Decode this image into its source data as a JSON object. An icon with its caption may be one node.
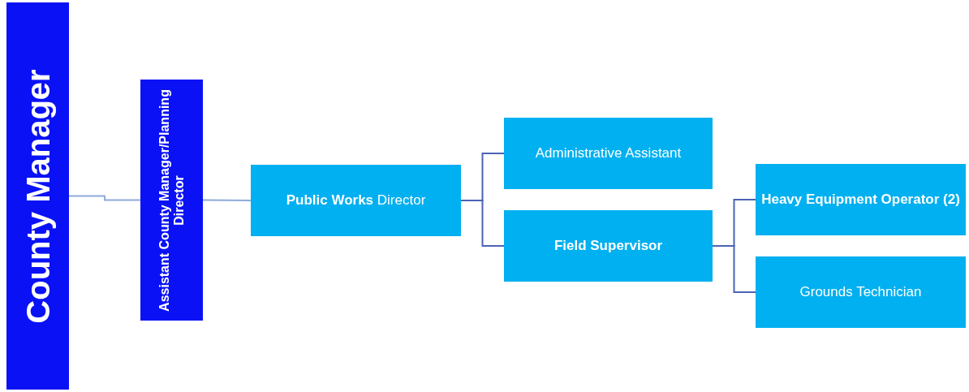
{
  "diagram": {
    "nodes": [
      {
        "text": [
          "County Manager"
        ]
      },
      {
        "text": [
          "Assistant County Manager/Planning Director"
        ]
      },
      {
        "text": [
          "**Public Works** Director"
        ]
      },
      {
        "text": [
          "Administrative Assistant"
        ]
      },
      {
        "text": [
          "Field Supervisor"
        ]
      },
      {
        "text": [
          "Heavy Equipment Operator (2)"
        ]
      },
      {
        "text": [
          "Grounds Technician"
        ]
      }
    ],
    "edges": [
      {
        "from": 0,
        "to": 1,
        "arrow": "none",
        "color": "#8eaadb"
      },
      {
        "from": 1,
        "to": 2,
        "arrow": "none",
        "color": "#8eaadb"
      },
      {
        "from": 2,
        "to": 3,
        "arrow": "none"
      },
      {
        "from": 2,
        "to": 4,
        "arrow": "none"
      },
      {
        "from": 4,
        "to": 5,
        "arrow": "none"
      },
      {
        "from": 4,
        "to": 6,
        "arrow": "none"
      }
    ]
  }
}
